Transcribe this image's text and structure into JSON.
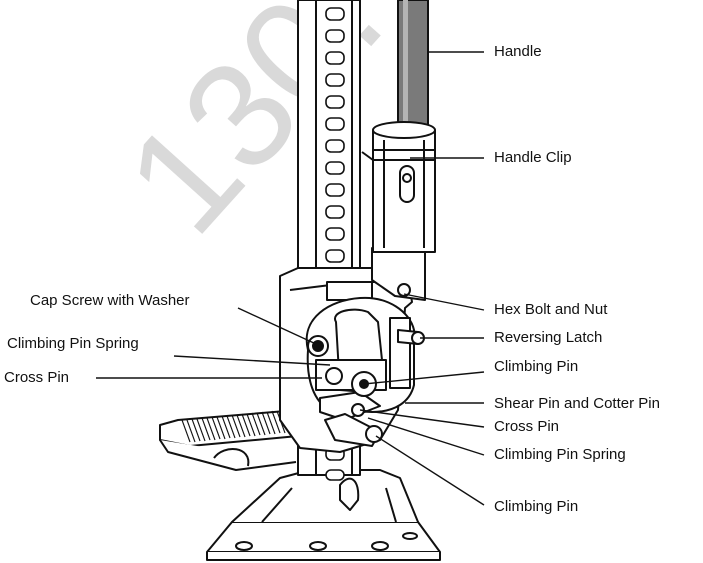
{
  "watermark": "130.",
  "colors": {
    "line": "#111111",
    "fill": "#ffffff",
    "handle": "#7a7a7a",
    "watermark": "#d9d9d9"
  },
  "labels": {
    "handle": "Handle",
    "handle_clip": "Handle Clip",
    "cap_screw": "Cap Screw with Washer",
    "climbing_pin_spring_left": "Climbing Pin Spring",
    "cross_pin_left": "Cross Pin",
    "hex_bolt": "Hex Bolt and Nut",
    "reversing_latch": "Reversing Latch",
    "climbing_pin_upper": "Climbing Pin",
    "shear_pin": "Shear Pin and Cotter Pin",
    "cross_pin_right": "Cross Pin",
    "climbing_pin_spring_right": "Climbing Pin Spring",
    "climbing_pin_lower": "Climbing Pin"
  }
}
